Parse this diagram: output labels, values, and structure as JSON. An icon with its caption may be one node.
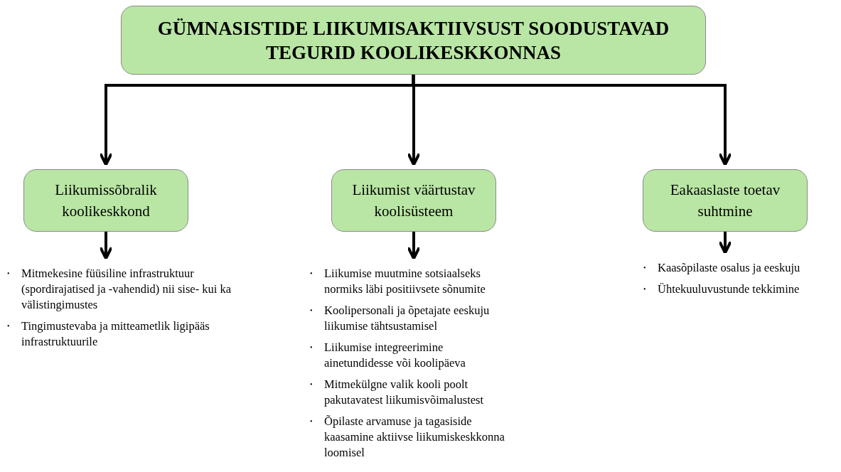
{
  "diagram": {
    "nodes": [
      {
        "text": [
          "GÜMNASISTIDE LIIKUMISAKTIIVSUST SOODUSTAVAD TEGURID KOOLIKESKKONNAS"
        ]
      },
      {
        "text": [
          "Liikumissõbralik koolikeskkond"
        ]
      },
      {
        "text": [
          "Liikumist väärtustav koolisüsteem"
        ]
      },
      {
        "text": [
          "Eakaaslaste toetav suhtmine"
        ]
      },
      {
        "text": [
          "Mitmekesine füüsiline infrastruktuur (spordirajatised ja -vahendid) nii sise- kui ka välistingimustes",
          "Tingimustevaba ja mitteametlik ligipääs infrastruktuurile"
        ]
      },
      {
        "text": [
          "Liikumise muutmine sotsiaalseks normiks läbi positiivsete sõnumite",
          "Koolipersonali ja õpetajate eeskuju liikumise tähtsustamisel",
          "Liikumise integreerimine ainetundidesse või koolipäeva",
          "Mitmekülgne valik kooli poolt pakutavatest liikumisvõimalustest",
          "Õpilaste arvamuse ja tagasiside kaasamine aktiivse liikumiskeskkonna loomisel"
        ]
      },
      {
        "text": [
          "Kaasõpilaste osalus ja eeskuju",
          "Ühtekuuluvustunde tekkimine"
        ]
      }
    ],
    "edges": [
      {
        "from": 0,
        "to": 1,
        "arrow": "to"
      },
      {
        "from": 0,
        "to": 2,
        "arrow": "to"
      },
      {
        "from": 0,
        "to": 3,
        "arrow": "to"
      },
      {
        "from": 1,
        "to": 4,
        "arrow": "to"
      },
      {
        "from": 2,
        "to": 5,
        "arrow": "to"
      },
      {
        "from": 3,
        "to": 6,
        "arrow": "to"
      }
    ],
    "labels": [
      "•",
      "•",
      "•",
      "•",
      "•",
      "•",
      "•",
      "•",
      "•"
    ]
  }
}
